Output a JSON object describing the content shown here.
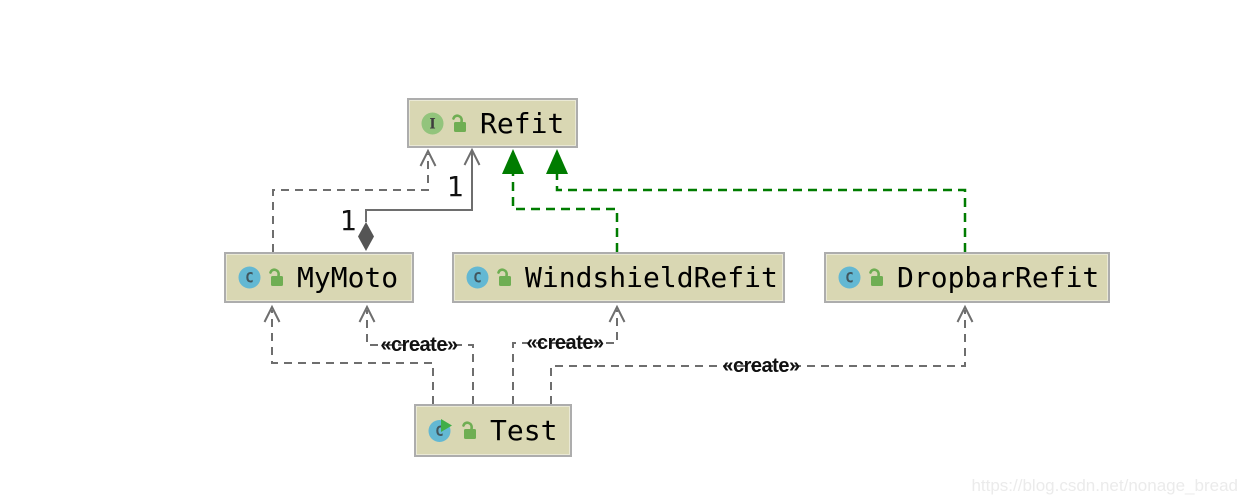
{
  "diagram": {
    "nodes": [
      {
        "id": "refit",
        "name": "Refit",
        "kind": "interface"
      },
      {
        "id": "mymoto",
        "name": "MyMoto",
        "kind": "class"
      },
      {
        "id": "windshieldrefit",
        "name": "WindshieldRefit",
        "kind": "class"
      },
      {
        "id": "dropbarrefit",
        "name": "DropbarRefit",
        "kind": "class"
      },
      {
        "id": "test",
        "name": "Test",
        "kind": "runnable-class"
      }
    ],
    "edges": [
      {
        "from": "MyMoto",
        "to": "Refit",
        "type": "dependency",
        "style": "dashed-gray"
      },
      {
        "from": "MyMoto",
        "to": "Refit",
        "type": "aggregation",
        "style": "solid-gray-diamond",
        "source_multiplicity": "1",
        "target_multiplicity": "1"
      },
      {
        "from": "WindshieldRefit",
        "to": "Refit",
        "type": "realization",
        "style": "dashed-green-triangle"
      },
      {
        "from": "DropbarRefit",
        "to": "Refit",
        "type": "realization",
        "style": "dashed-green-triangle"
      },
      {
        "from": "Test",
        "to": "MyMoto",
        "type": "dependency",
        "style": "dashed-gray"
      },
      {
        "from": "Test",
        "to": "MyMoto",
        "type": "create",
        "label": "«create»"
      },
      {
        "from": "Test",
        "to": "WindshieldRefit",
        "type": "create",
        "label": "«create»"
      },
      {
        "from": "Test",
        "to": "DropbarRefit",
        "type": "create",
        "label": "«create»"
      }
    ],
    "labels": {
      "mult_near_diamond": "1",
      "mult_near_refit": "1",
      "create_mymoto": "«create»",
      "create_windshieldrefit": "«create»",
      "create_dropbarrefit": "«create»"
    },
    "colors": {
      "node_fill": "#d9d7b3",
      "node_border": "#adadad",
      "edge_gray": "#6e6e6e",
      "edge_green": "#007c00",
      "diamond_fill": "#555555",
      "icon_class_blue": "#63b8d3",
      "icon_interface_green": "#92c47c",
      "icon_lock_green": "#6fae53",
      "icon_run_green": "#3fae49"
    },
    "watermark": "https://blog.csdn.net/nonage_bread"
  }
}
